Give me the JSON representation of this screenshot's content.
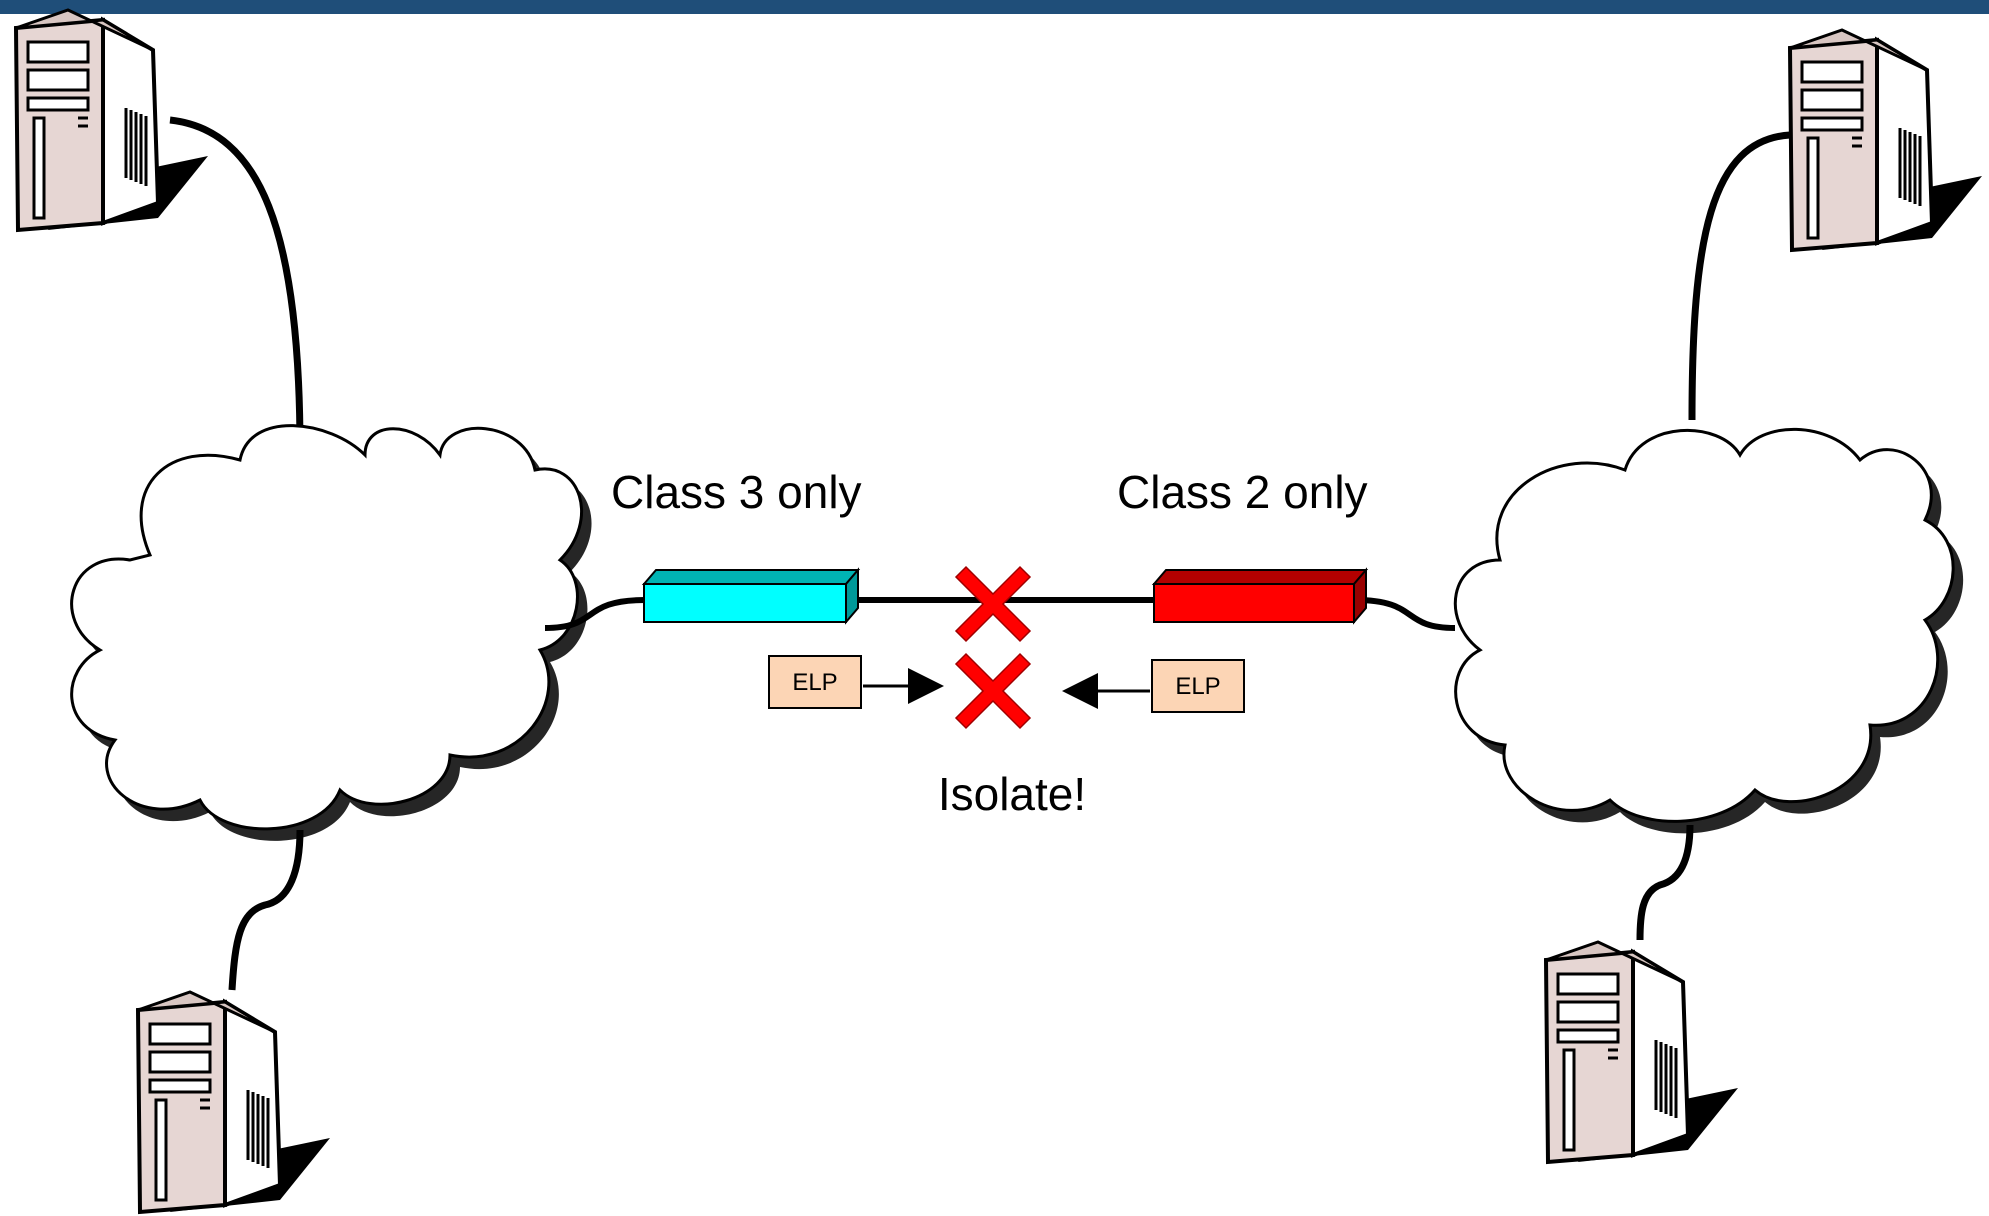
{
  "links": {
    "left_port_label": "Class 3 only",
    "right_port_label": "Class 2 only"
  },
  "messages": {
    "left": "ELP",
    "right": "ELP"
  },
  "status": {
    "result": "Isolate!"
  },
  "colors": {
    "top_bar": "#1f4e79",
    "class3_port": "#00ffff",
    "class2_port": "#ff0000",
    "fail_x": "#ff0000",
    "elp_box": "#fcd5b5",
    "server_body": "#e6d6d3",
    "server_shadow": "#000000",
    "cloud_fill": "#ffffff"
  },
  "icons": {
    "server": "server-tower-icon",
    "network": "cloud-icon",
    "failure": "red-x-icon"
  }
}
